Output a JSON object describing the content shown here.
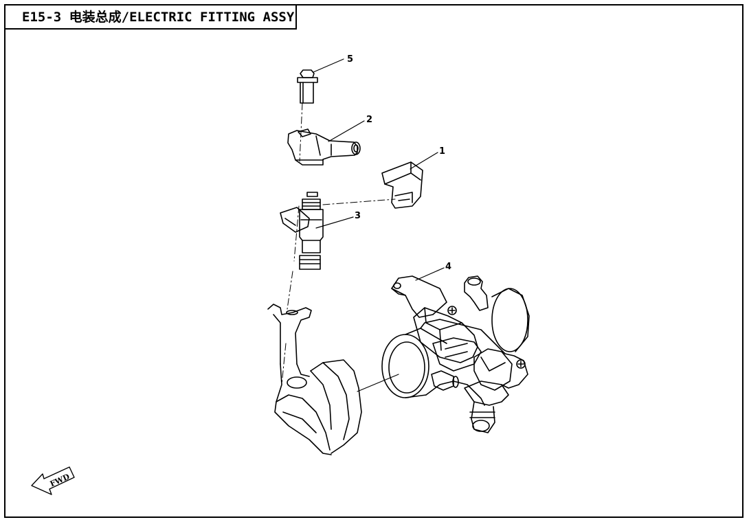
{
  "title": "E15-3  电装总成/ELECTRIC FITTING ASSY",
  "callouts": [
    "1",
    "2",
    "3",
    "4",
    "5"
  ],
  "fwd_label": "FWD"
}
